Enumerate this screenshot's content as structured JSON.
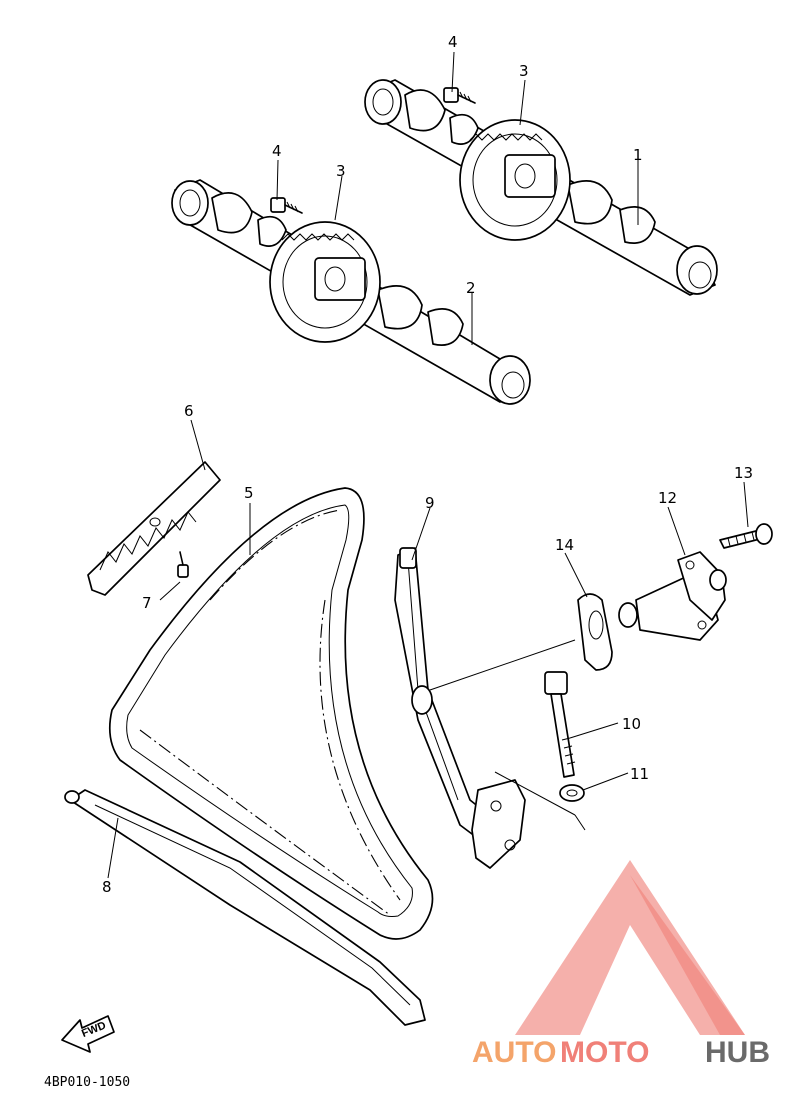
{
  "diagram": {
    "drawing_code": "4BP010-1050",
    "fwd_label": "FWD",
    "callouts": [
      "1",
      "2",
      "3",
      "3",
      "4",
      "4",
      "5",
      "6",
      "7",
      "8",
      "9",
      "10",
      "11",
      "12",
      "13",
      "14"
    ],
    "parts": [
      {
        "ref": "1",
        "name": "camshaft"
      },
      {
        "ref": "2",
        "name": "camshaft"
      },
      {
        "ref": "3",
        "name": "sprocket"
      },
      {
        "ref": "4",
        "name": "bolt"
      },
      {
        "ref": "5",
        "name": "timing chain"
      },
      {
        "ref": "6",
        "name": "chain guide"
      },
      {
        "ref": "7",
        "name": "bolt"
      },
      {
        "ref": "8",
        "name": "chain guide"
      },
      {
        "ref": "9",
        "name": "tensioner guide"
      },
      {
        "ref": "10",
        "name": "bolt"
      },
      {
        "ref": "11",
        "name": "washer"
      },
      {
        "ref": "12",
        "name": "tensioner"
      },
      {
        "ref": "13",
        "name": "bolt"
      },
      {
        "ref": "14",
        "name": "gasket"
      }
    ]
  },
  "watermark": {
    "part1": "AUTO",
    "part2": "MOTO",
    "part3": "HUB",
    "logo_color": "#f08078",
    "colors": {
      "auto": "#f4a46a",
      "moto": "#f08078",
      "hub": "#6a6a6a"
    }
  }
}
